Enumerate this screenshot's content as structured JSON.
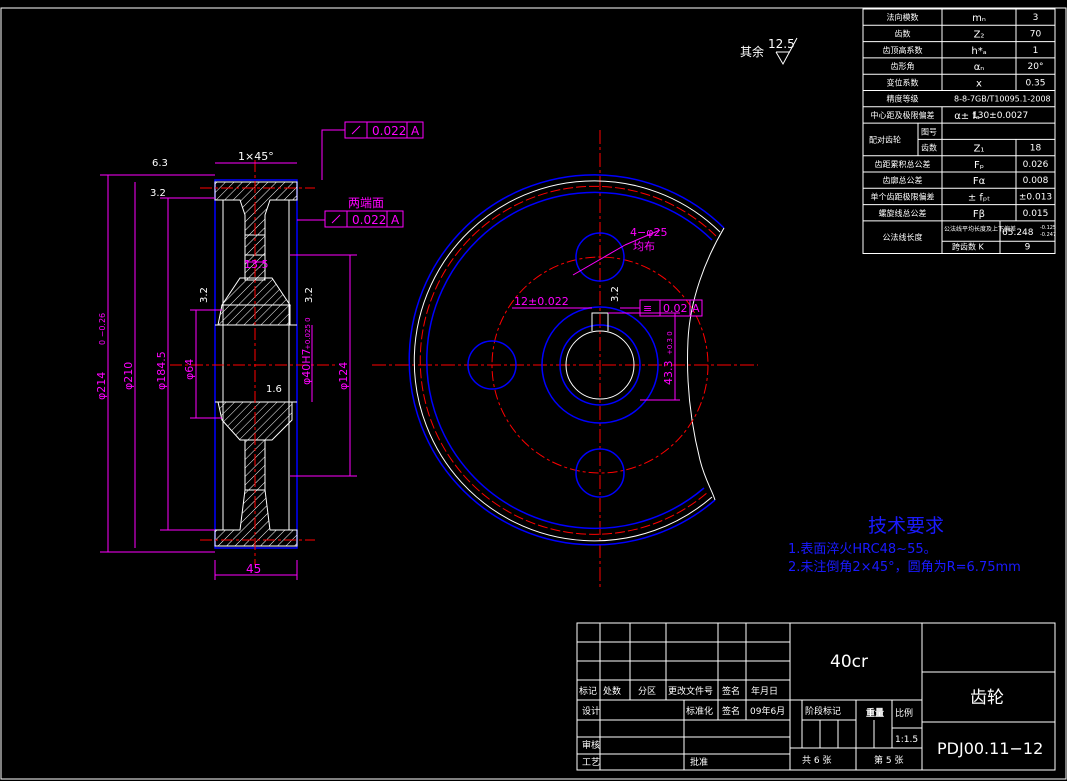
{
  "colors": {
    "background": "#000000",
    "frame": "#ffffff",
    "dimension": "#ff00ff",
    "outline": "#0000ff",
    "center": "#ff0000",
    "gear": "#ffffff",
    "notes": "#1a1aff"
  },
  "params": {
    "rows": [
      {
        "name": "法向模数",
        "symbol": "mₙ",
        "value": "3"
      },
      {
        "name": "齿数",
        "symbol": "Z₂",
        "value": "70"
      },
      {
        "name": "齿顶高系数",
        "symbol": "h*ₐ",
        "value": "1"
      },
      {
        "name": "齿形角",
        "symbol": "αₙ",
        "value": "20°"
      },
      {
        "name": "变位系数",
        "symbol": "x",
        "value": "0.35"
      },
      {
        "name": "精度等级",
        "symbol": "",
        "value": "8-8-7GB/T10095.1-2008"
      },
      {
        "name": "中心距及极限偏差",
        "symbol": "α± fₐ",
        "value": "130±0.0027"
      },
      {
        "name": "配对齿轮",
        "sub1": "图号",
        "sub2": "齿数",
        "symbol2": "Z₁",
        "value2": "18"
      },
      {
        "name": "齿距累积总公差",
        "symbol": "Fₚ",
        "value": "0.026"
      },
      {
        "name": "齿廓总公差",
        "symbol": "Fα",
        "value": "0.008"
      },
      {
        "name": "单个齿距极限偏差",
        "symbol": "± fₚₜ",
        "value": "±0.013"
      },
      {
        "name": "螺旋线总公差",
        "symbol": "Fβ",
        "value": "0.015"
      },
      {
        "name": "公法线长度",
        "sub1": "公法线平均长度及上下偏差",
        "value1": "65.248",
        "tol_up": "-0.125",
        "tol_dn": "-0.247",
        "sub2": "跨齿数 K",
        "value2": "9"
      }
    ]
  },
  "roughness_note": {
    "label": "其余",
    "value": "12.5"
  },
  "section": {
    "chamfer": "1×45°",
    "roughness_top": "6.3",
    "roughness_top2": "3.2",
    "roughness_left": "3.2",
    "roughness_right": "3.2",
    "roughness_bore": "1.6",
    "tol_runout": "0.022",
    "tol_datum": "A",
    "both_faces": "两端面",
    "tol_faces": "0.022",
    "dim_hub": "13.5",
    "dim_width": "45",
    "dim_d214": "φ214",
    "dim_d214_tol": "0 −0.26",
    "dim_d210": "φ210",
    "dim_d184": "φ184.5",
    "dim_d64": "φ64",
    "dim_bore": "φ40H7",
    "dim_bore_tol": "+0.025 0",
    "dim_d124": "φ124"
  },
  "front": {
    "holes": "4−φ25",
    "holes_note": "均布",
    "keyway": "12±0.022",
    "roughness_key": "3.2",
    "tol_sym": "0.02",
    "tol_datum": "A",
    "keyway_depth": "43.3",
    "keyway_depth_tol": "+0.3 0"
  },
  "requirements": {
    "title": "技术要求",
    "line1": "1.表面淬火HRC48~55。",
    "line2": "2.未注倒角2×45°，圆角为R=6.75mm"
  },
  "title_block": {
    "material": "40cr",
    "part_name": "齿轮",
    "drawing_no": "PDJ00.11−12",
    "h_mark": "标记",
    "h_count": "处数",
    "h_zone": "分区",
    "h_doc": "更改文件号",
    "h_sign": "签名",
    "h_date": "年月日",
    "designer": "设计",
    "standard": "标准化",
    "sign2": "签名",
    "date2": "09年6月",
    "stage": "阶段标记",
    "weight": "重量",
    "ratio_label": "比例",
    "ratio": "1:1.5",
    "review": "审核",
    "process": "工艺",
    "approve": "批准",
    "total": "共 6 张",
    "sheet": "第 5 张"
  }
}
